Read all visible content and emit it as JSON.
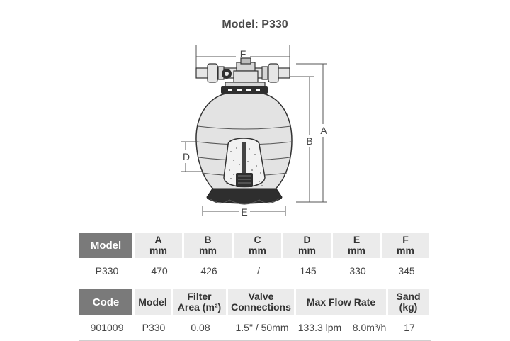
{
  "title": "Model: P330",
  "diagram": {
    "labels": {
      "A": "A",
      "B": "B",
      "D": "D",
      "E": "E",
      "F": "F"
    }
  },
  "dimensions_table": {
    "headers": [
      {
        "line1": "Model",
        "line2": ""
      },
      {
        "line1": "A",
        "line2": "mm"
      },
      {
        "line1": "B",
        "line2": "mm"
      },
      {
        "line1": "C",
        "line2": "mm"
      },
      {
        "line1": "D",
        "line2": "mm"
      },
      {
        "line1": "E",
        "line2": "mm"
      },
      {
        "line1": "F",
        "line2": "mm"
      }
    ],
    "row": [
      "P330",
      "470",
      "426",
      "/",
      "145",
      "330",
      "345"
    ]
  },
  "specs_table": {
    "headers": [
      {
        "line1": "Code",
        "line2": ""
      },
      {
        "line1": "Model",
        "line2": ""
      },
      {
        "line1": "Filter",
        "line2": "Area (m²)"
      },
      {
        "line1": "Valve",
        "line2": "Connections"
      },
      {
        "line1": "Max Flow Rate",
        "line2": ""
      },
      {
        "line1": "Sand",
        "line2": "(kg)"
      }
    ],
    "row": [
      "901009",
      "P330",
      "0.08",
      "1.5\" / 50mm",
      "133.3 lpm    8.0m³/h",
      "17"
    ]
  },
  "colors": {
    "header_dark": "#7a7a7a",
    "header_light": "#ebebeb",
    "tank_body": "#e3e3e3",
    "tank_dark": "#2e2e2e"
  }
}
